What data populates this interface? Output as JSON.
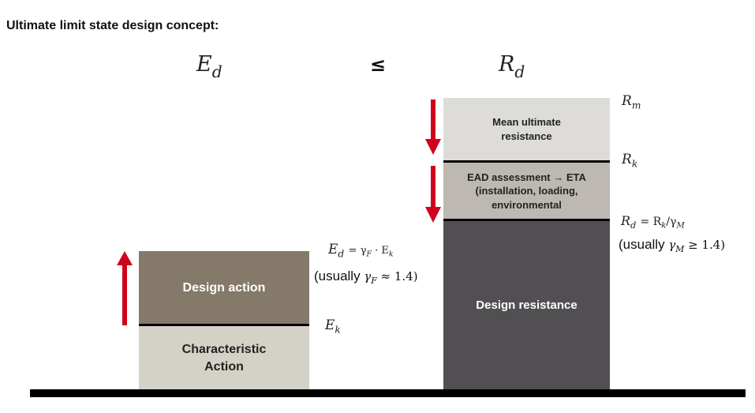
{
  "title": "Ultimate limit state design concept:",
  "header": {
    "ed_main": "E",
    "ed_sub": "d",
    "leq": "≤",
    "rd_main": "R",
    "rd_sub": "d"
  },
  "left_stack": {
    "design_action": "Design action",
    "characteristic_action": "Characteristic Action",
    "ed_formula": {
      "lhs": "E",
      "lhs_sub": "d",
      "eq": "= γ",
      "g_sub": "F",
      "dot": "· E",
      "ek_sub": "k"
    },
    "ed_note": {
      "prefix": "(usually ",
      "gamma": "γ",
      "g_sub": "F",
      "rest": " ≈ 1.4)"
    },
    "ek_label": {
      "main": "E",
      "sub": "k"
    }
  },
  "right_stack": {
    "mean_ultimate": "Mean ultimate resistance",
    "ead_assessment": "EAD assessment → ETA (installation, loading, environmental",
    "design_resistance": "Design resistance",
    "rm_label": {
      "main": "R",
      "sub": "m"
    },
    "rk_label": {
      "main": "R",
      "sub": "k"
    },
    "rd_formula": {
      "lhs": "R",
      "lhs_sub": "d",
      "eq": "= R",
      "rk_sub": "k",
      "div": "/γ",
      "gm_sub": "M"
    },
    "rd_note": {
      "prefix": "(usually ",
      "gamma": "γ",
      "g_sub": "M",
      "rest": " ≥ 1.4)"
    }
  },
  "colors": {
    "design_action": "#857a6a",
    "characteristic_action": "#d4d1c7",
    "mean_ultimate": "#dedcd8",
    "ead_assessment": "#bdb9b2",
    "design_resistance": "#524f53",
    "arrow": "#d0021b"
  },
  "icons": {
    "up_arrow": "arrow-up-icon",
    "down_arrow": "arrow-down-icon"
  }
}
